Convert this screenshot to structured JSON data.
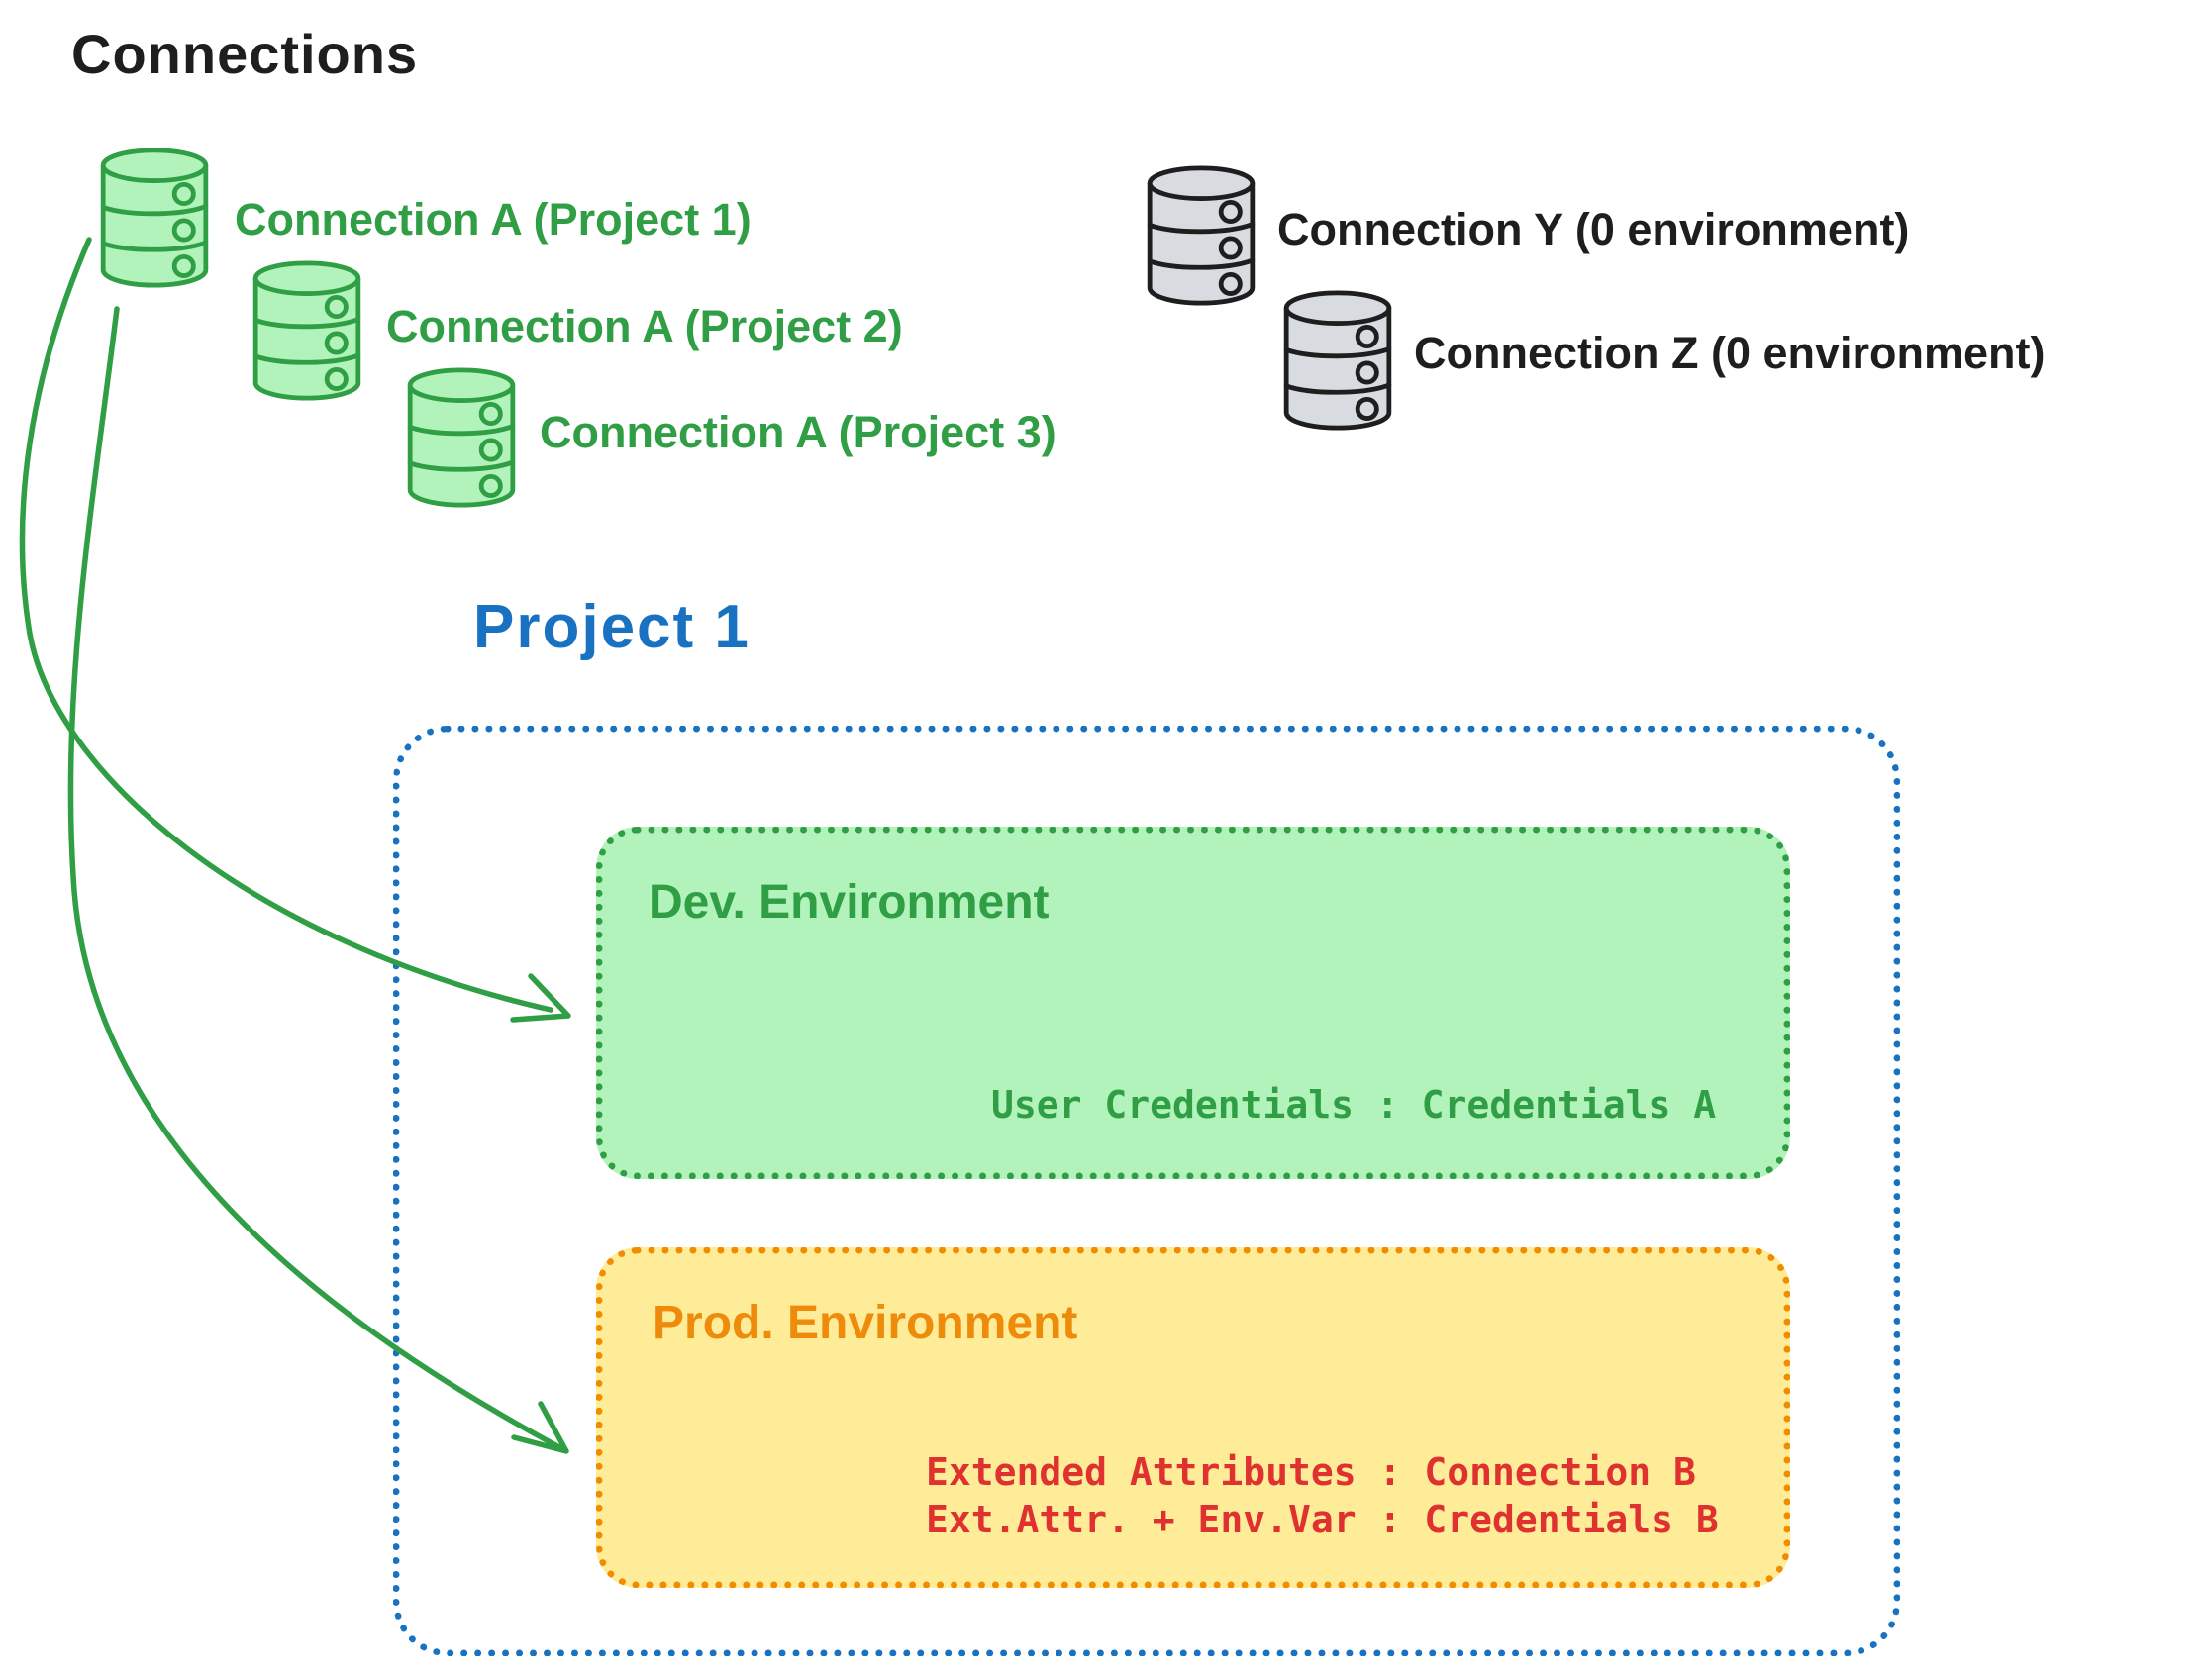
{
  "canvas": {
    "title": "Connections"
  },
  "connections": [
    {
      "label": "Connection A (Project 1)",
      "color": "green",
      "icon": "database-icon"
    },
    {
      "label": "Connection A (Project 2)",
      "color": "green",
      "icon": "database-icon"
    },
    {
      "label": "Connection A (Project 3)",
      "color": "green",
      "icon": "database-icon"
    },
    {
      "label": "Connection Y (0 environment)",
      "color": "gray",
      "icon": "database-icon"
    },
    {
      "label": "Connection Z (0 environment)",
      "color": "gray",
      "icon": "database-icon"
    }
  ],
  "project": {
    "title": "Project 1",
    "environments": [
      {
        "name": "Dev. Environment",
        "bindings": [
          "User Credentials : Credentials A"
        ]
      },
      {
        "name": "Prod. Environment",
        "bindings": [
          "Extended Attributes : Connection B",
          "Ext.Attr. + Env.Var : Credentials B"
        ]
      }
    ]
  },
  "colors": {
    "green_stroke": "#2f9e44",
    "green_fill": "#b2f2bb",
    "blue": "#1971c2",
    "orange": "#f08c00",
    "yellow_fill": "#ffec99",
    "red": "#e03131",
    "ink": "#1e1e1e",
    "gray_fill": "#d8dce1"
  }
}
